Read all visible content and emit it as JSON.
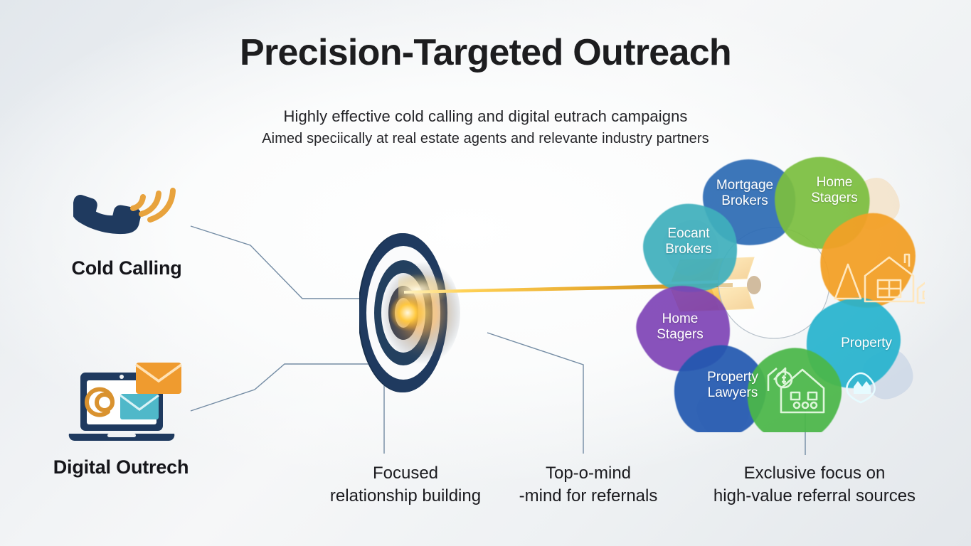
{
  "header": {
    "title": "Precision-Targeted Outreach",
    "subtitle_line1": "Highly effective cold calling and digital eutrach campaigns",
    "subtitle_line2": "Aimed speciically at real estate agents and relevante industry partners"
  },
  "channels": [
    {
      "id": "cold-calling",
      "label": "Cold Calling",
      "icon": "phone-ringing-icon"
    },
    {
      "id": "digital-outreach",
      "label": "Digital Outrech",
      "icon": "laptop-email-icon"
    }
  ],
  "center": {
    "name": "bullseye-target",
    "arrow": "golden-arrow-icon"
  },
  "cluster": {
    "name": "referral-partner-cluster",
    "blobs": [
      {
        "id": "mortgage-brokers",
        "label": "Mortgage\nBrokers",
        "color": "#2f6cb5"
      },
      {
        "id": "home-stagers-green",
        "label": "Home\nStagers",
        "color": "#7cbf3f"
      },
      {
        "id": "eocant-brokers",
        "label": "Eocant\nBrokers",
        "color": "#3fb0bd"
      },
      {
        "id": "home-stagers-purple",
        "label": "Home\nStagers",
        "color": "#7b3fb5"
      },
      {
        "id": "property-lawyers",
        "label": "Property\nLawyers",
        "color": "#2159b0"
      },
      {
        "id": "property",
        "label": "Property",
        "color": "#25b3ce"
      },
      {
        "id": "houses-orange",
        "label": "",
        "color": "#f3a028"
      },
      {
        "id": "house-value-green",
        "label": "",
        "color": "#4cb749"
      }
    ]
  },
  "captions": [
    {
      "id": "cap-1",
      "text": "Focused\nrelationship building"
    },
    {
      "id": "cap-2",
      "text": "Top-o-mind\n-mind for refernals"
    },
    {
      "id": "cap-3",
      "text": "Exclusive focus on\nhigh-value referral sources"
    }
  ],
  "colors": {
    "navy": "#1f3a5f",
    "orange": "#e8a33d",
    "gold": "#f0b32e",
    "connector": "#5c7894"
  }
}
